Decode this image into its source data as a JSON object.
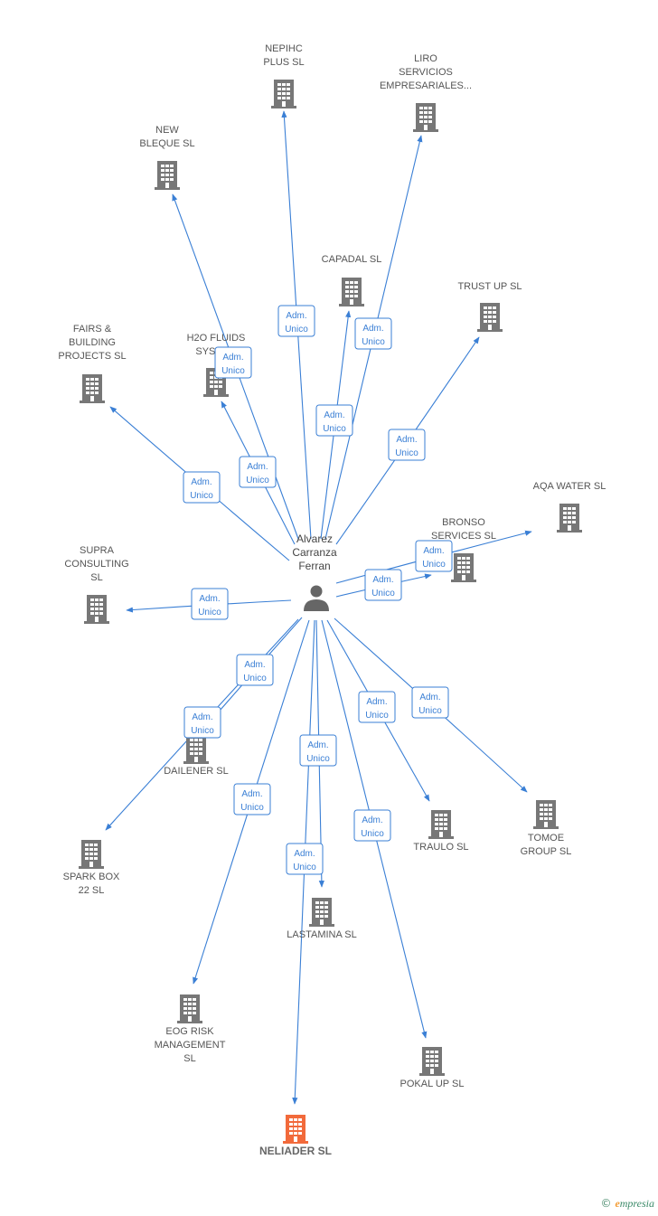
{
  "colors": {
    "edge": "#3a7fd5",
    "company": "#777777",
    "highlight": "#f26a3b",
    "person": "#666666"
  },
  "person": {
    "name_lines": [
      "Alvarez",
      "Carranza",
      "Ferran"
    ],
    "icon": "person-icon"
  },
  "relation_label": [
    "Adm.",
    "Unico"
  ],
  "companies": [
    {
      "id": "nepihc",
      "lines": [
        "NEPIHC",
        "PLUS  SL"
      ]
    },
    {
      "id": "liro",
      "lines": [
        "LIRO",
        "SERVICIOS",
        "EMPRESARIALES..."
      ]
    },
    {
      "id": "new-bleque",
      "lines": [
        "NEW",
        "BLEQUE  SL"
      ]
    },
    {
      "id": "capadal",
      "lines": [
        "CAPADAL  SL"
      ]
    },
    {
      "id": "trust-up",
      "lines": [
        "TRUST UP  SL"
      ]
    },
    {
      "id": "fairs",
      "lines": [
        "FAIRS &",
        "BUILDING",
        "PROJECTS  SL"
      ]
    },
    {
      "id": "h2o",
      "lines": [
        "H2O FLUIDS",
        "SYSTE..."
      ]
    },
    {
      "id": "aqa",
      "lines": [
        "AQA WATER  SL"
      ]
    },
    {
      "id": "bronso",
      "lines": [
        "BRONSO",
        "SERVICES  SL"
      ]
    },
    {
      "id": "supra",
      "lines": [
        "SUPRA",
        "CONSULTING",
        "SL"
      ]
    },
    {
      "id": "dailener",
      "lines": [
        "DAILENER  SL"
      ]
    },
    {
      "id": "spark",
      "lines": [
        "SPARK BOX",
        "22  SL"
      ]
    },
    {
      "id": "traulo",
      "lines": [
        "TRAULO  SL"
      ]
    },
    {
      "id": "tomoe",
      "lines": [
        "TOMOE",
        "GROUP  SL"
      ]
    },
    {
      "id": "lastamina",
      "lines": [
        "LASTAMINA  SL"
      ]
    },
    {
      "id": "eog",
      "lines": [
        "EOG RISK",
        "MANAGEMENT",
        "SL"
      ]
    },
    {
      "id": "pokal",
      "lines": [
        "POKAL UP  SL"
      ]
    },
    {
      "id": "neliader",
      "lines": [
        "NELIADER  SL"
      ],
      "highlight": true
    }
  ],
  "footer": {
    "copyright": "©",
    "brand_initial": "e",
    "brand_rest": "mpresia"
  }
}
